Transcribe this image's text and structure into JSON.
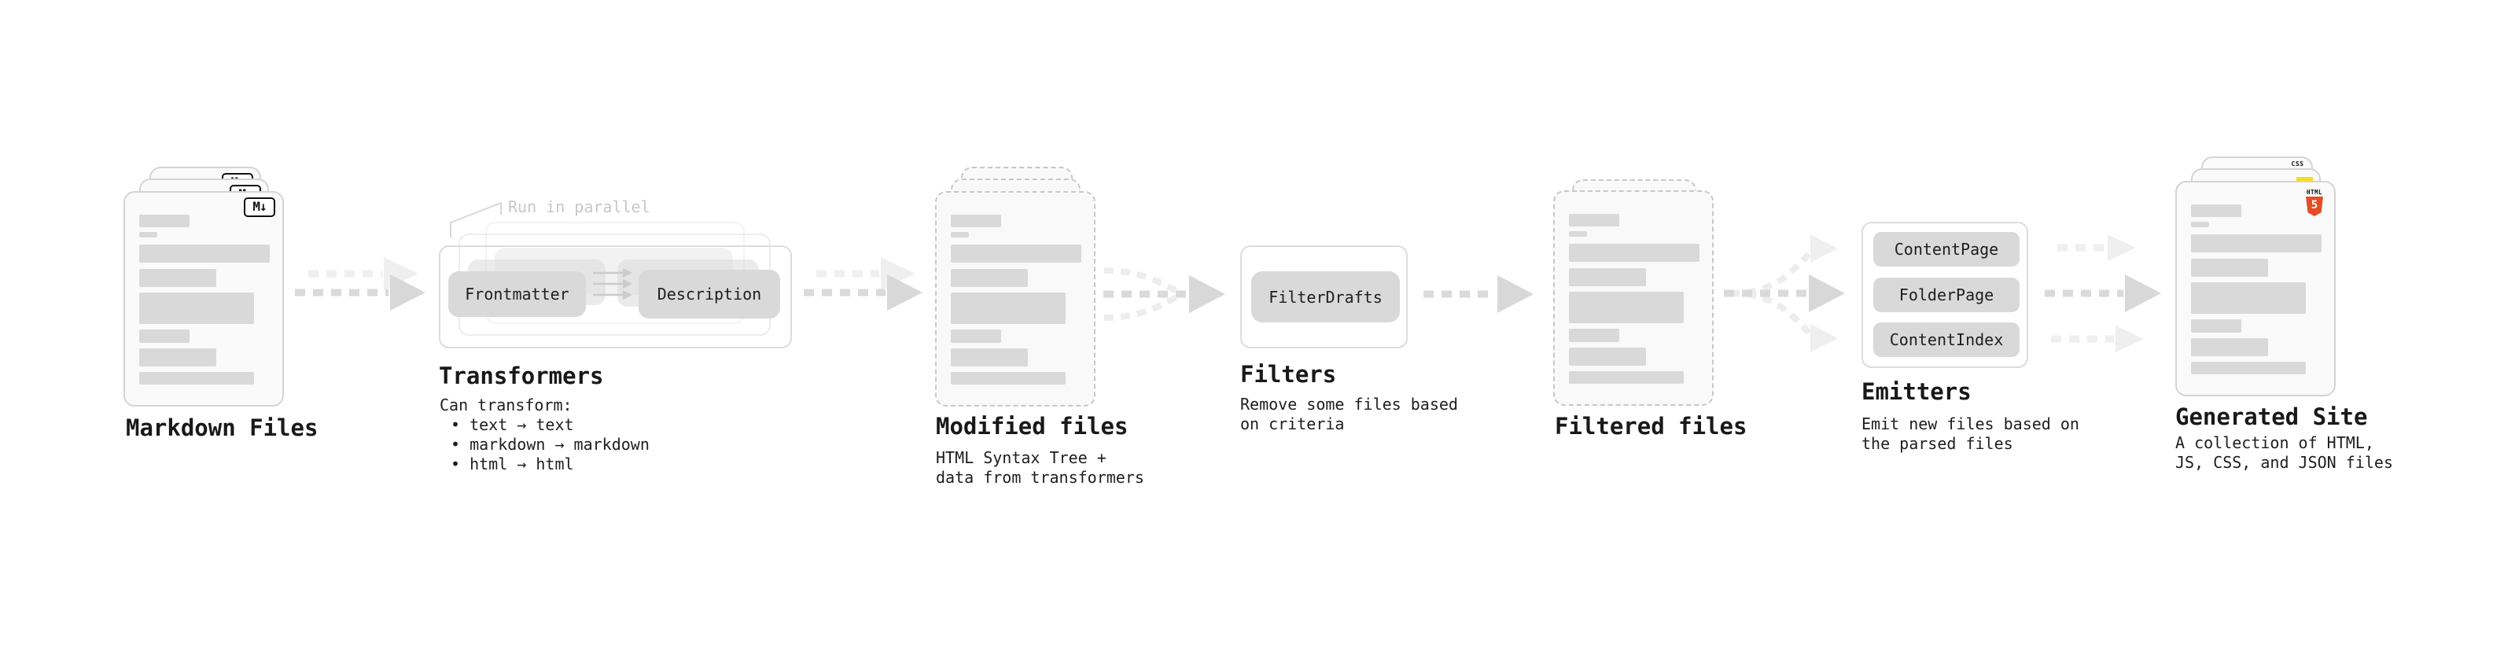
{
  "stages": {
    "markdown": {
      "label": "Markdown Files",
      "file_badge": "M↓"
    },
    "transformers": {
      "annotation": "Run in parallel",
      "left_pill": "Frontmatter",
      "right_pill": "Description",
      "label": "Transformers",
      "sub_heading": "Can transform:",
      "bullets": [
        "• text → text",
        "• markdown → markdown",
        "• html → html"
      ]
    },
    "modified": {
      "label": "Modified files",
      "subtitle": [
        "HTML Syntax Tree +",
        "data from transformers"
      ]
    },
    "filters": {
      "pill": "FilterDrafts",
      "label": "Filters",
      "subtitle": [
        "Remove some files based",
        "on criteria"
      ]
    },
    "filtered": {
      "label": "Filtered files"
    },
    "emitters": {
      "pills": [
        "ContentPage",
        "FolderPage",
        "ContentIndex"
      ],
      "label": "Emitters",
      "subtitle": [
        "Emit new files based on",
        "the parsed files"
      ]
    },
    "generated": {
      "label": "Generated Site",
      "subtitle": [
        "A collection of HTML,",
        "JS, CSS, and JSON files"
      ],
      "css_badge": "CSS",
      "html5_badge_label": "HTML",
      "html5_badge_number": "5"
    }
  },
  "colors": {
    "background": "#ffffff",
    "card_fill": "#fafafa",
    "card_border": "#d4d4d4",
    "dashed_border": "#c8c8c8",
    "placeholder_bar": "#d9d9d9",
    "pill_fill": "#d9d9d9",
    "box_border": "#dcdcdc",
    "arrow_dark": "#d9d9d9",
    "arrow_faint": "#efefef",
    "heading_text": "#191919",
    "annotation_text": "#c8c8c8",
    "html5_orange": "#e44d26",
    "js_yellow": "#f6de1d",
    "css_blue": "#2d63ec",
    "markdown_badge_border": "#111111"
  }
}
